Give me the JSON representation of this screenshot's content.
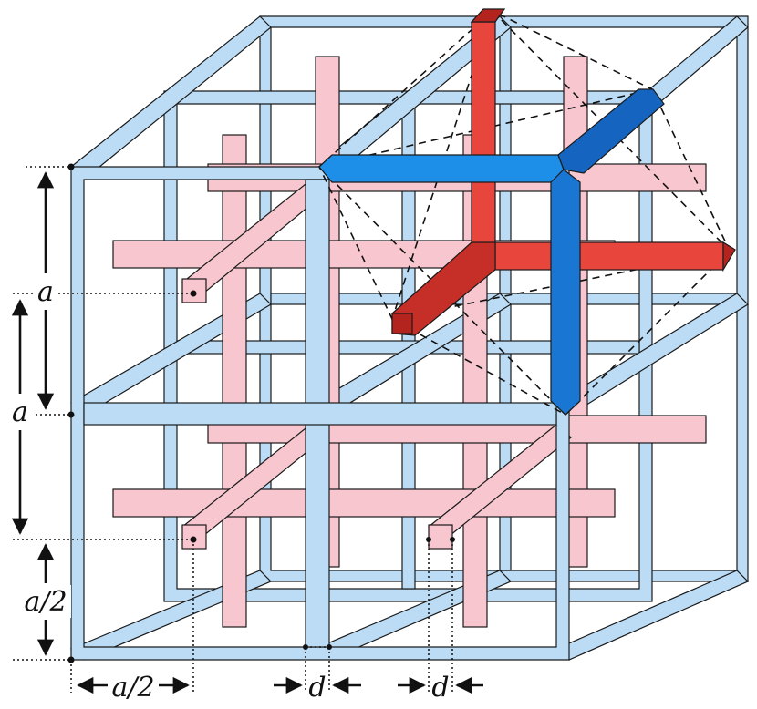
{
  "labels": {
    "a_top": "a",
    "a_mid": "a",
    "half_a_left": "a/2",
    "half_a_bottom": "a/2",
    "d_first": "d",
    "d_second": "d"
  },
  "colors": {
    "frame_fill": "#bcdcf5",
    "frame_edge": "#1f1f1f",
    "pink_rod": "#f7c6cf",
    "red_rod": "#e8453c",
    "red_rod_dark": "#b3241e",
    "blue_rod": "#1e8fe8",
    "blue_rod_dark": "#1565c0"
  }
}
